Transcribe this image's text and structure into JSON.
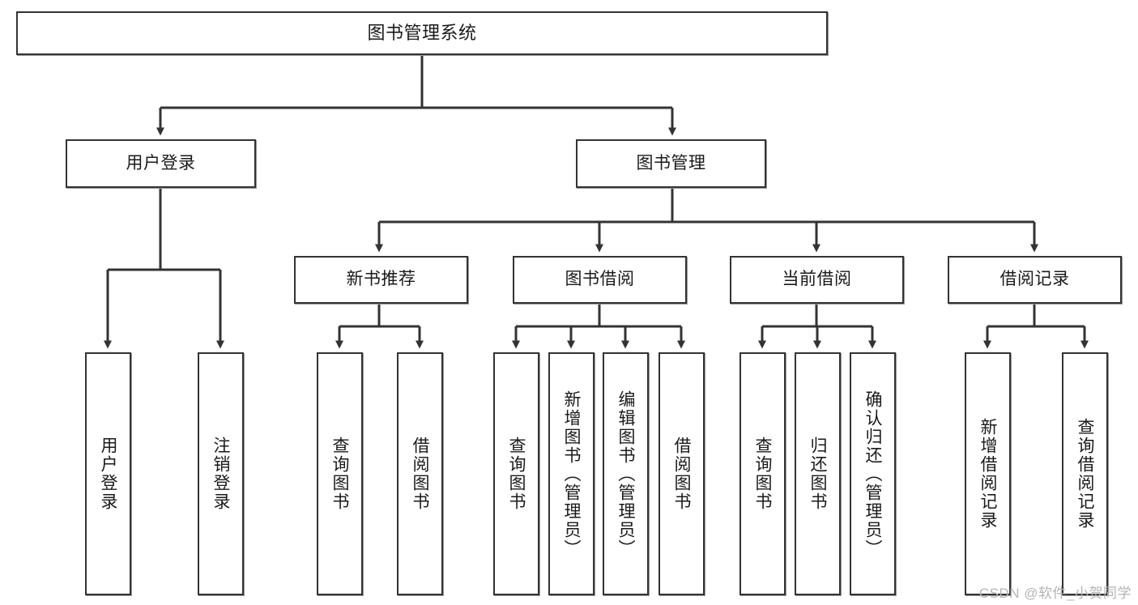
{
  "diagram": {
    "title": "图书管理系统",
    "type": "tree-hierarchy-diagram",
    "colors": {
      "background": "#ffffff",
      "node_border": "#333333",
      "node_fill": "#ffffff",
      "connector": "#333333",
      "text": "#1a1a1a",
      "watermark": "#b4b4b4"
    },
    "nodes": {
      "root": {
        "label": "图书管理系统"
      },
      "level1": [
        {
          "label": "用户登录"
        },
        {
          "label": "图书管理"
        }
      ],
      "level2": [
        {
          "label": "新书推荐"
        },
        {
          "label": "图书借阅"
        },
        {
          "label": "当前借阅"
        },
        {
          "label": "借阅记录"
        }
      ],
      "leaves": {
        "user_login": [
          {
            "label": "用户登录"
          },
          {
            "label": "注销登录"
          }
        ],
        "new_book_recommend": [
          {
            "label": "查询图书"
          },
          {
            "label": "借阅图书"
          }
        ],
        "book_borrow": [
          {
            "label": "查询图书"
          },
          {
            "label": "新增图书（管理员）"
          },
          {
            "label": "编辑图书（管理员）"
          },
          {
            "label": "借阅图书"
          }
        ],
        "current_borrow": [
          {
            "label": "查询图书"
          },
          {
            "label": "归还图书"
          },
          {
            "label": "确认归还（管理员）"
          }
        ],
        "borrow_record": [
          {
            "label": "新增借阅记录"
          },
          {
            "label": "查询借阅记录"
          }
        ]
      }
    },
    "watermark": "CSDN @软件_小贺同学"
  }
}
